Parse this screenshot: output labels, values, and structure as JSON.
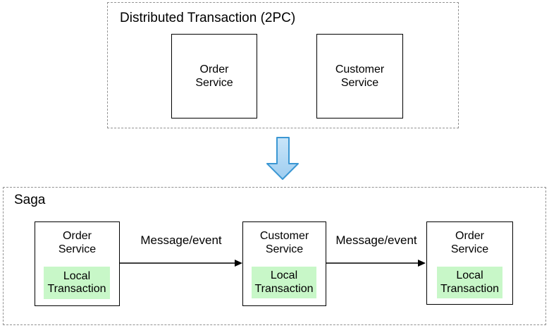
{
  "colors": {
    "node_border": "#000000",
    "group_border": "#929292",
    "local_transaction_fill": "#c8f7c8",
    "transition_arrow_fill_top": "#c9e5f9",
    "transition_arrow_fill_bottom": "#9ecdf0",
    "transition_arrow_stroke": "#3b97d3",
    "edge_color": "#000000"
  },
  "two_pc_group": {
    "title": "Distributed Transaction (2PC)",
    "nodes": [
      {
        "label": "Order\nService"
      },
      {
        "label": "Customer\nService"
      }
    ]
  },
  "saga_group": {
    "title": "Saga",
    "nodes": [
      {
        "label": "Order\nService",
        "sub_label": "Local\nTransaction"
      },
      {
        "label": "Customer\nService",
        "sub_label": "Local\nTransaction"
      },
      {
        "label": "Order\nService",
        "sub_label": "Local\nTransaction"
      }
    ],
    "edges": [
      {
        "label": "Message/event"
      },
      {
        "label": "Message/event"
      }
    ]
  }
}
